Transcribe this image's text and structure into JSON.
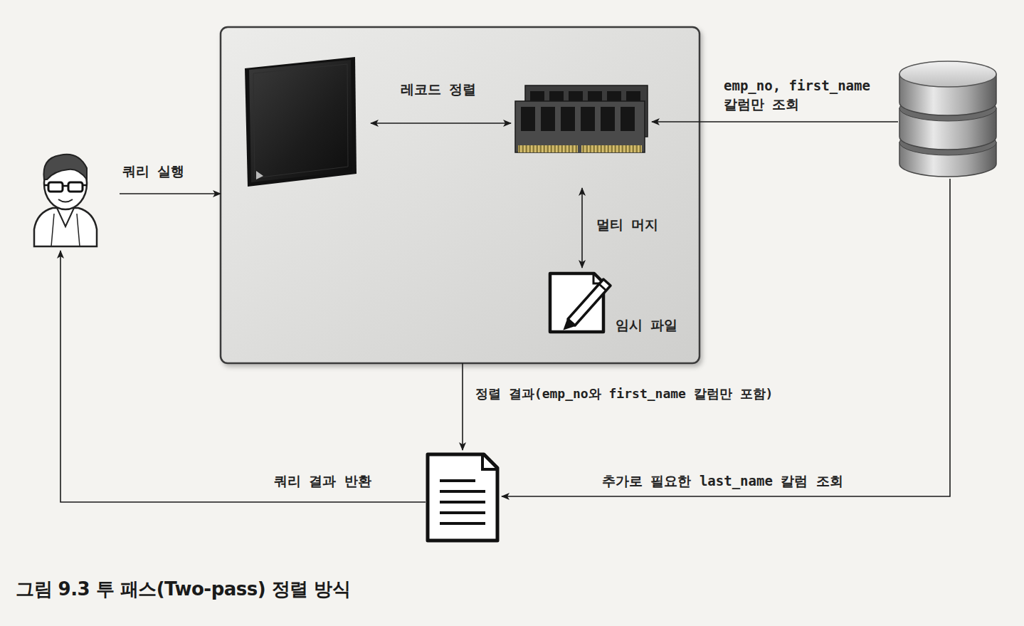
{
  "diagram": {
    "caption": "그림 9.3 투 패스(Two-pass) 정렬 방식",
    "nodes": [
      {
        "text": []
      },
      {
        "text": []
      },
      {
        "text": [],
        "in": 1
      },
      {
        "text": [],
        "in": 1
      },
      {
        "text": [
          "임시 파일"
        ],
        "in": 1
      },
      {
        "text": []
      },
      {
        "text": []
      }
    ],
    "edges": [
      {
        "from": 0,
        "to": 1,
        "arrow": "to",
        "label": "쿼리 실행"
      },
      {
        "from": 2,
        "to": 3,
        "arrow": "both",
        "label": "레코드 정렬"
      },
      {
        "from": 5,
        "to": 3,
        "arrow": "to",
        "label": "emp_no, first_name 칼럼만 조회"
      },
      {
        "from": 3,
        "to": 4,
        "arrow": "both",
        "label": "멀티 머지"
      },
      {
        "from": 1,
        "to": 6,
        "arrow": "to",
        "label": "정렬 결과(emp_no와 first_name 칼럼만 포함)"
      },
      {
        "from": 5,
        "to": 6,
        "arrow": "to",
        "label": "추가로 필요한 last_name 칼럼 조회"
      },
      {
        "from": 6,
        "to": 0,
        "arrow": "to",
        "label": "쿼리 결과 반환"
      }
    ]
  }
}
